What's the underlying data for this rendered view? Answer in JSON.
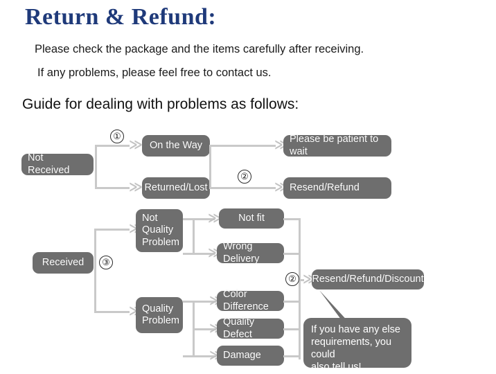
{
  "header": {
    "title": "Return & Refund:",
    "intro_line1": "Please check the package and the items carefully after receiving.",
    "intro_line2": "If any problems, please feel free to contact us.",
    "guide": "Guide for dealing with problems as follows:"
  },
  "colors": {
    "title": "#1f3a7a",
    "node_fill": "#6e6e6e",
    "node_text": "#ffffff",
    "connector": "#c9c9c9",
    "arrow": "#c2c2c2"
  },
  "flow": {
    "nodes": {
      "not_received": "Not Received",
      "on_the_way": "On the Way",
      "returned_lost": "Returned/Lost",
      "please_wait": "Please be patient to wait",
      "resend_refund": "Resend/Refund",
      "received": "Received",
      "not_quality_problem": "Not\nQuality\nProblem",
      "not_fit": "Not fit",
      "wrong_delivery": "Wrong Delivery",
      "quality_problem": "Quality\nProblem",
      "color_difference": "Color Difference",
      "quality_defect": "Quality Defect",
      "damage": "Damage",
      "resend_refund_discount": "Resend/Refund/Discount"
    },
    "markers": {
      "one": "①",
      "two_top": "②",
      "three": "③",
      "two_bottom": "②"
    },
    "arrow_glyph": "≫",
    "bubble": "If you have any else\nrequirements, you could\nalso tell us!"
  }
}
